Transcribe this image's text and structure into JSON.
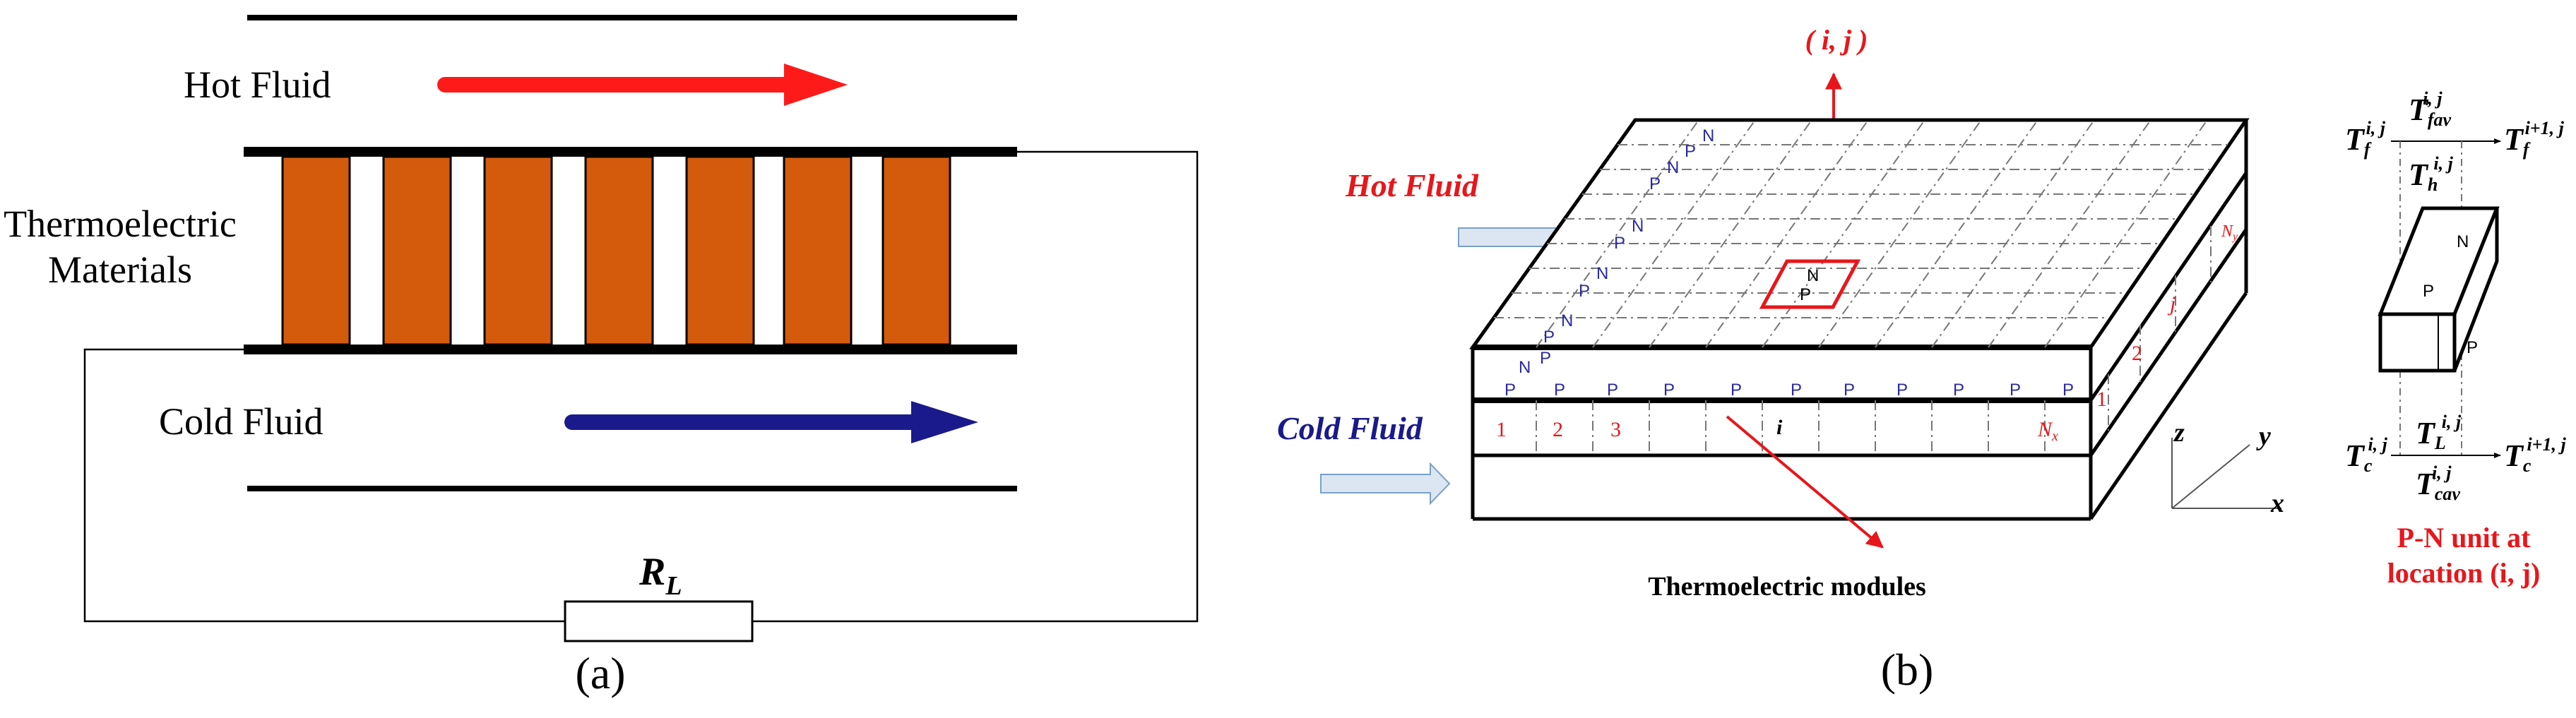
{
  "panel_a": {
    "hot_fluid": "Hot Fluid",
    "te_line1": "Thermoelectric",
    "te_line2": "Materials",
    "cold_fluid": "Cold Fluid",
    "load_R": "R",
    "load_sub": "L",
    "caption": "(a)"
  },
  "panel_b": {
    "ij_label": "( i, j )",
    "hot_fluid": "Hot Fluid",
    "cold_fluid": "Cold Fluid",
    "modules_label": "Thermoelectric modules",
    "caption": "(b)",
    "cell_N": "N",
    "cell_P": "P",
    "front_numbers": [
      "1",
      "2",
      "3"
    ],
    "front_i": "i",
    "front_Nx": "N",
    "front_Nx_sub": "x",
    "side_numbers": [
      "1",
      "2"
    ],
    "side_j": "j",
    "side_Ny": "N",
    "side_Ny_sub": "y",
    "axis_x": "x",
    "axis_y": "y",
    "axis_z": "z"
  },
  "pn_unit": {
    "Tf": "T",
    "Tf_sub": "f",
    "Tf_sup": "i, j",
    "Tfav": "T",
    "Tfav_sub": "fav",
    "Tfav_sup": "i, j",
    "Tf1": "T",
    "Tf1_sub": "f",
    "Tf1_sup": "i+1, j",
    "Th": "T",
    "Th_sub": "h",
    "Th_sup": "i, j",
    "Tc": "T",
    "Tc_sub": "c",
    "Tc_sup": "i, j",
    "TL": "T",
    "TL_sub": "L",
    "TL_sup": "i, j",
    "Tcav": "T",
    "Tcav_sub": "cav",
    "Tcav_sup": "i, j",
    "Tc1": "T",
    "Tc1_sub": "c",
    "Tc1_sup": "i+1, j",
    "unit_N": "N",
    "unit_P": "P",
    "caption_line1": "P-N unit at",
    "caption_line2": "location (i, j)"
  },
  "colors": {
    "hot": "#ff1a1a",
    "cold": "#1a1a8c",
    "te_material": "#d45a0c",
    "accent_red": "#e8161b",
    "pn_blue": "#2a2aa0",
    "inflow": "#dbe6f2"
  }
}
